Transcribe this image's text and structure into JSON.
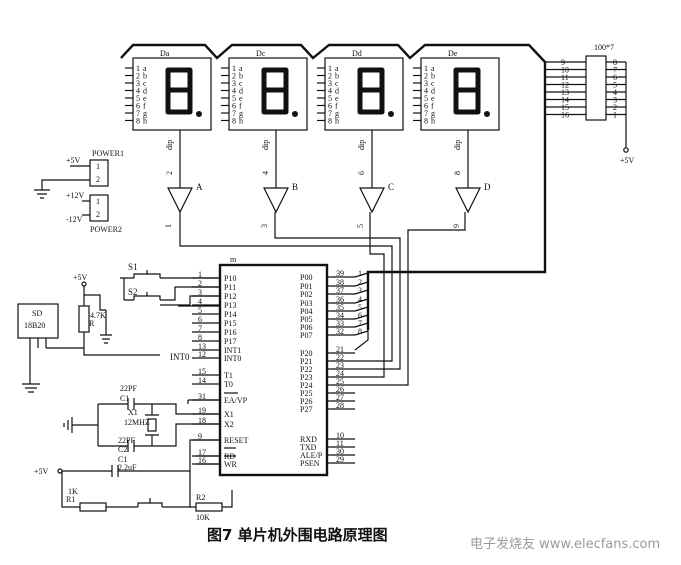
{
  "caption": "图7 单片机外围电路原理图",
  "watermark": "电子发烧友 www.elecfans.com",
  "displays": [
    {
      "name": "Da",
      "dp_pin": "2",
      "driver": "A"
    },
    {
      "name": "Dc",
      "dp_pin": "4",
      "driver": "B"
    },
    {
      "name": "Dd",
      "dp_pin": "6",
      "driver": "C"
    },
    {
      "name": "De",
      "dp_pin": "8",
      "driver": "D"
    }
  ],
  "segment_letters": [
    "a",
    "b",
    "c",
    "d",
    "e",
    "f",
    "g",
    "h"
  ],
  "dp_label": "dip",
  "driver_input_pins": [
    "1",
    "3",
    "5",
    "9"
  ],
  "resistor_network": {
    "title": "100*7",
    "left_pins": [
      "9",
      "10",
      "11",
      "12",
      "13",
      "14",
      "15",
      "16"
    ],
    "right_pins": [
      "8",
      "7",
      "6",
      "5",
      "4",
      "3",
      "2",
      "1"
    ],
    "supply": "+5V"
  },
  "power1": {
    "label": "POWER1",
    "top": "+5V",
    "pins": [
      "1",
      "2"
    ]
  },
  "power2": {
    "label": "POWER2",
    "top": "+12V",
    "bottom": "-12V",
    "pins": [
      "1",
      "2"
    ]
  },
  "mcu": {
    "label": "m",
    "left_pins": [
      {
        "num": "1",
        "name": "P10"
      },
      {
        "num": "2",
        "name": "P11"
      },
      {
        "num": "3",
        "name": "P12"
      },
      {
        "num": "4",
        "name": "P13"
      },
      {
        "num": "5",
        "name": "P14"
      },
      {
        "num": "6",
        "name": "P15"
      },
      {
        "num": "7",
        "name": "P16"
      },
      {
        "num": "8",
        "name": "P17"
      },
      {
        "num": "13",
        "name": "INT1"
      },
      {
        "num": "12",
        "name": "INT0"
      },
      {
        "num": "15",
        "name": "T1"
      },
      {
        "num": "14",
        "name": "T0"
      },
      {
        "num": "31",
        "name": "EA/VP"
      },
      {
        "num": "19",
        "name": "X1"
      },
      {
        "num": "18",
        "name": "X2"
      },
      {
        "num": "9",
        "name": "RESET"
      },
      {
        "num": "17",
        "name": "RD"
      },
      {
        "num": "16",
        "name": "WR"
      }
    ],
    "right_pins": [
      {
        "num": "39",
        "name": "P00"
      },
      {
        "num": "38",
        "name": "P01"
      },
      {
        "num": "37",
        "name": "P02"
      },
      {
        "num": "36",
        "name": "P03"
      },
      {
        "num": "35",
        "name": "P04"
      },
      {
        "num": "34",
        "name": "P05"
      },
      {
        "num": "33",
        "name": "P06"
      },
      {
        "num": "32",
        "name": "P07"
      },
      {
        "num": "21",
        "name": "P20"
      },
      {
        "num": "22",
        "name": "P21"
      },
      {
        "num": "23",
        "name": "P22"
      },
      {
        "num": "24",
        "name": "P23"
      },
      {
        "num": "25",
        "name": "P24"
      },
      {
        "num": "26",
        "name": "P25"
      },
      {
        "num": "27",
        "name": "P26"
      },
      {
        "num": "28",
        "name": "P27"
      },
      {
        "num": "10",
        "name": "RXD"
      },
      {
        "num": "11",
        "name": "TXD"
      },
      {
        "num": "30",
        "name": "ALE/P"
      },
      {
        "num": "29",
        "name": "PSEN"
      }
    ]
  },
  "bus_numbers": [
    "1",
    "2",
    "3",
    "4",
    "5",
    "6",
    "7",
    "8"
  ],
  "switches": [
    "S1",
    "S2"
  ],
  "vcc_label": "+5V",
  "sensor": {
    "line1": "SD",
    "line2": "18B20"
  },
  "r_pull": {
    "value": "4.7K",
    "name": "R"
  },
  "int0_label": "INT0",
  "crystal": {
    "name": "X1",
    "freq": "12MHZ"
  },
  "c1": {
    "value": "22PF",
    "name": "C1"
  },
  "c2": {
    "value": "22PF",
    "name": "C2"
  },
  "c3": {
    "value": "2.2uF",
    "name": "C1"
  },
  "r1": {
    "value": "1K",
    "name": "R1"
  },
  "r2": {
    "name": "R2",
    "value": "10K"
  },
  "reset_vcc": "+5V"
}
